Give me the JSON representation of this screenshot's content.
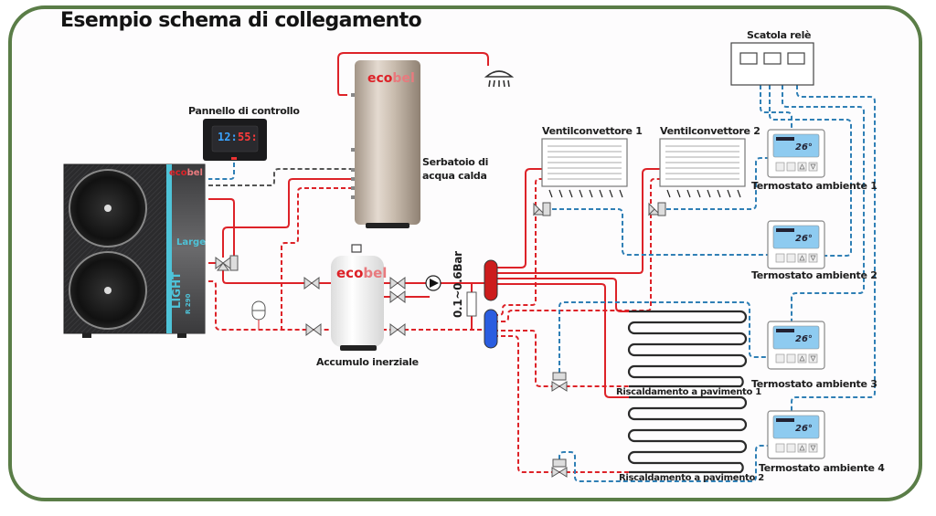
{
  "title": "Esempio schema di collegamento",
  "colors": {
    "frame": "#5a7d47",
    "hot_pipe": "#dd2228",
    "return_pipe": "#dd2228",
    "signal_line": "#2f7fb5",
    "control_line": "#555555",
    "cold_collector": "#2a5de0",
    "hot_collector": "#cc1c1c",
    "brand_accent": "#4ec3d8"
  },
  "heat_pump": {
    "brand_prefix": "eco",
    "brand_suffix": "bel",
    "model_size": "Large",
    "model_name": "LIGHT",
    "refrigerant": "R 290"
  },
  "control_panel": {
    "label": "Pannello di controllo",
    "display_left": "12:",
    "display_right": "55:"
  },
  "hot_water_tank": {
    "brand_prefix": "eco",
    "brand_suffix": "bel",
    "label_line1": "Serbatoio di",
    "label_line2": "acqua calda"
  },
  "buffer_tank": {
    "brand_prefix": "eco",
    "brand_suffix": "bel",
    "label": "Accumulo inerziale"
  },
  "bypass_valve": {
    "pressure_label": "0.1~0.6Bar"
  },
  "fan_coils": [
    {
      "label": "Ventilconvettore 1"
    },
    {
      "label": "Ventilconvettore 2"
    }
  ],
  "relay_box": {
    "label": "Scatola relè"
  },
  "thermostats": [
    {
      "label": "Termostato ambiente 1",
      "temperature": "26°"
    },
    {
      "label": "Termostato ambiente 2",
      "temperature": "26°"
    },
    {
      "label": "Termostato ambiente 3",
      "temperature": "26°"
    },
    {
      "label": "Termostato ambiente 4",
      "temperature": "26°"
    }
  ],
  "floor_heating": [
    {
      "label": "Riscaldamento a pavimento 1"
    },
    {
      "label": "Riscaldamento a pavimento 2"
    }
  ]
}
